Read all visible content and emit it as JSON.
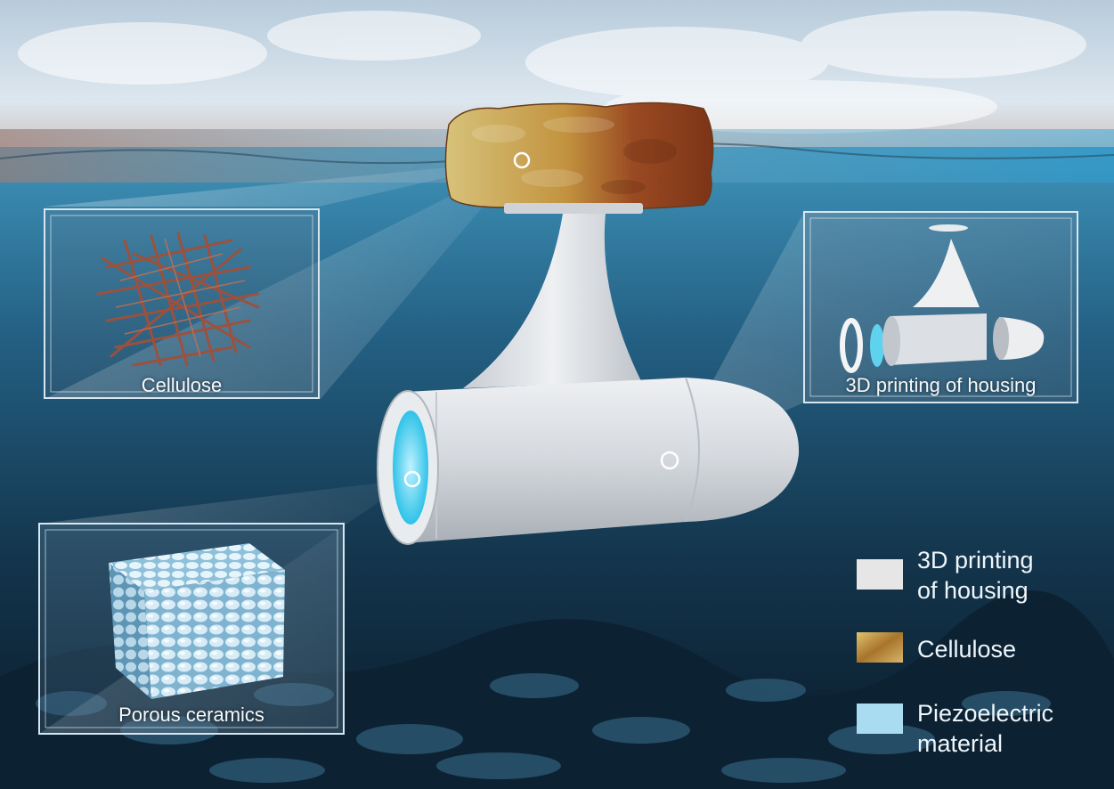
{
  "insets": {
    "cellulose_label": "Cellulose",
    "housing_label": "3D printing of housing",
    "ceramics_label": "Porous ceramics"
  },
  "legend": {
    "items": [
      {
        "label": "3D printing\nof housing",
        "swatch_color": "#e6e6e6"
      },
      {
        "label": "Cellulose",
        "swatch_color": "#b98b3a"
      },
      {
        "label": "Piezoelectric\nmaterial",
        "swatch_color": "#a9dcf0"
      }
    ]
  },
  "colors": {
    "sky_top": "#c9d9e6",
    "water_surface": "#4aa3c8",
    "deep_water": "#0e2a3e",
    "housing": "#d9dde2",
    "piezo": "#62d3ee",
    "cellulose_light": "#d9b866",
    "cellulose_dark": "#8a3a1c"
  }
}
